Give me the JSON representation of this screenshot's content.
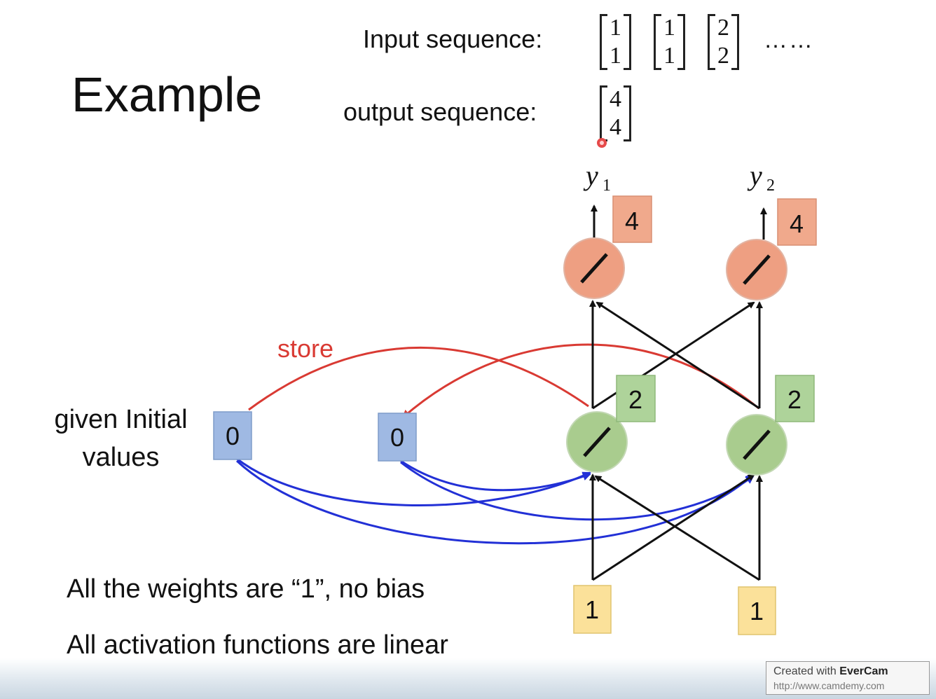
{
  "title": "Example",
  "input_label": "Input sequence:",
  "output_label": "output sequence:",
  "input_vectors": [
    [
      "1",
      "1"
    ],
    [
      "1",
      "1"
    ],
    [
      "2",
      "2"
    ]
  ],
  "input_ellipsis": "…… ",
  "output_vectors": [
    [
      "4",
      "4"
    ]
  ],
  "side_label": "given Initial values",
  "store_label": "store",
  "notes": [
    "All the weights are “1”, no bias",
    "All activation functions are linear"
  ],
  "outputs": {
    "y1": "y",
    "y1_sub": "1",
    "y2": "y",
    "y2_sub": "2"
  },
  "values": {
    "output1": "4",
    "output2": "4",
    "hidden1": "2",
    "hidden2": "2",
    "memory1": "0",
    "memory2": "0",
    "input1": "1",
    "input2": "1"
  },
  "colors": {
    "output_node": "#ee9f82",
    "output_box": "#f0a98c",
    "hidden_node": "#a9cc8e",
    "hidden_box": "#aed39a",
    "memory_box": "#9fb9e3",
    "input_box": "#fbe19a",
    "store_arrow": "#d93a33",
    "memory_arrow": "#2230d6",
    "store_text": "#d93a33"
  },
  "watermark": {
    "created": "Created with",
    "brand": "EverCam",
    "url": "http://www.camdemy.com"
  }
}
